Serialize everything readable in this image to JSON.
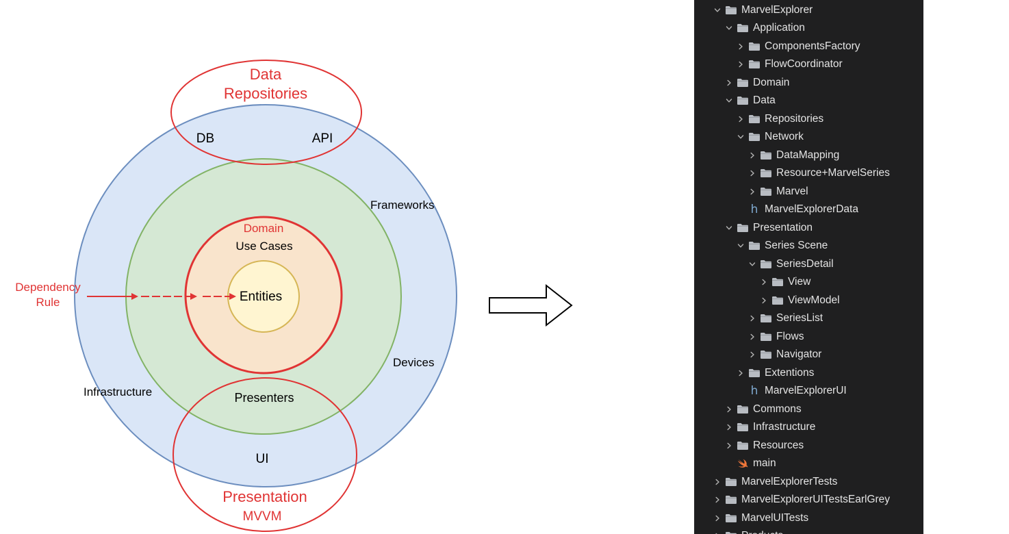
{
  "diagram": {
    "title_top": [
      "Data",
      "Repositories"
    ],
    "db": "DB",
    "api": "API",
    "frameworks": "Frameworks",
    "domain": "Domain",
    "use_cases": "Use Cases",
    "entities": "Entities",
    "dependency_rule": [
      "Dependency",
      "Rule"
    ],
    "devices": "Devices",
    "infrastructure": "Infrastructure",
    "presenters": "Presenters",
    "ui": "UI",
    "presentation": "Presentation",
    "mvvm": "MVVM",
    "colors": {
      "outer_fill": "#dae6f7",
      "outer_stroke": "#6c8ebf",
      "middle_fill": "#d5e8d4",
      "middle_stroke": "#82b366",
      "domain_fill": "#f9e4cc",
      "domain_stroke": "#e03434",
      "entities_fill": "#fff5d1",
      "entities_stroke": "#d6b656",
      "accent_red": "#e03434"
    }
  },
  "tree": {
    "items": [
      {
        "label": "MarvelExplorer",
        "depth": 0,
        "kind": "folder",
        "expanded": true
      },
      {
        "label": "Application",
        "depth": 1,
        "kind": "folder",
        "expanded": true
      },
      {
        "label": "ComponentsFactory",
        "depth": 2,
        "kind": "folder",
        "expanded": false
      },
      {
        "label": "FlowCoordinator",
        "depth": 2,
        "kind": "folder",
        "expanded": false
      },
      {
        "label": "Domain",
        "depth": 1,
        "kind": "folder",
        "expanded": false
      },
      {
        "label": "Data",
        "depth": 1,
        "kind": "folder",
        "expanded": true
      },
      {
        "label": "Repositories",
        "depth": 2,
        "kind": "folder",
        "expanded": false
      },
      {
        "label": "Network",
        "depth": 2,
        "kind": "folder",
        "expanded": true
      },
      {
        "label": "DataMapping",
        "depth": 3,
        "kind": "folder",
        "expanded": false
      },
      {
        "label": "Resource+MarvelSeries",
        "depth": 3,
        "kind": "folder",
        "expanded": false
      },
      {
        "label": "Marvel",
        "depth": 3,
        "kind": "folder",
        "expanded": false
      },
      {
        "label": "MarvelExplorerData",
        "depth": 2,
        "kind": "header"
      },
      {
        "label": "Presentation",
        "depth": 1,
        "kind": "folder",
        "expanded": true
      },
      {
        "label": "Series Scene",
        "depth": 2,
        "kind": "folder",
        "expanded": true
      },
      {
        "label": "SeriesDetail",
        "depth": 3,
        "kind": "folder",
        "expanded": true
      },
      {
        "label": "View",
        "depth": 4,
        "kind": "folder",
        "expanded": false
      },
      {
        "label": "ViewModel",
        "depth": 4,
        "kind": "folder",
        "expanded": false
      },
      {
        "label": "SeriesList",
        "depth": 3,
        "kind": "folder",
        "expanded": false
      },
      {
        "label": "Flows",
        "depth": 3,
        "kind": "folder",
        "expanded": false
      },
      {
        "label": "Navigator",
        "depth": 3,
        "kind": "folder",
        "expanded": false
      },
      {
        "label": "Extentions",
        "depth": 2,
        "kind": "folder",
        "expanded": false
      },
      {
        "label": "MarvelExplorerUI",
        "depth": 2,
        "kind": "header"
      },
      {
        "label": "Commons",
        "depth": 1,
        "kind": "folder",
        "expanded": false
      },
      {
        "label": "Infrastructure",
        "depth": 1,
        "kind": "folder",
        "expanded": false
      },
      {
        "label": "Resources",
        "depth": 1,
        "kind": "folder",
        "expanded": false
      },
      {
        "label": "main",
        "depth": 1,
        "kind": "swift"
      },
      {
        "label": "MarvelExplorerTests",
        "depth": 0,
        "kind": "folder",
        "expanded": false
      },
      {
        "label": "MarvelExplorerUITestsEarlGrey",
        "depth": 0,
        "kind": "folder",
        "expanded": false
      },
      {
        "label": "MarvelUITests",
        "depth": 0,
        "kind": "folder",
        "expanded": false
      },
      {
        "label": "Products",
        "depth": 0,
        "kind": "folder",
        "expanded": false
      }
    ]
  }
}
